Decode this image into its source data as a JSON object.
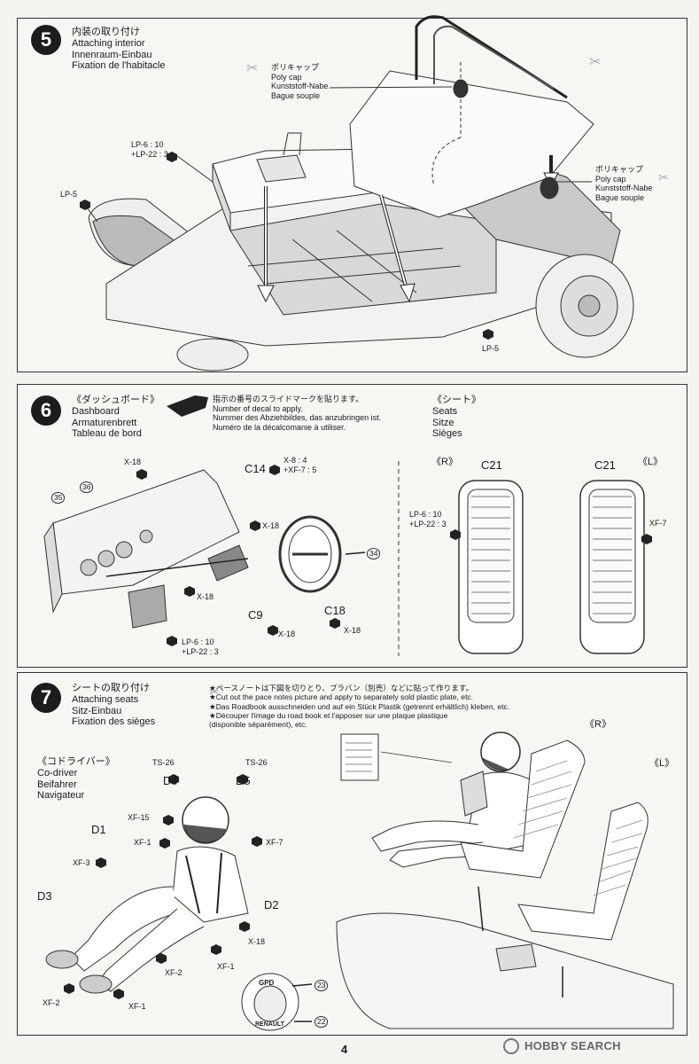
{
  "page_number": "4",
  "watermark": "HOBBY SEARCH",
  "step5": {
    "number": "5",
    "titles": [
      "内装の取り付け",
      "Attaching interior",
      "Innenraum-Einbau",
      "Fixation de l'habitacle"
    ],
    "polycap_top": [
      "ポリキャップ",
      "Poly cap",
      "Kunststoff-Nabe",
      "Bague souple"
    ],
    "polycap_right": [
      "ポリキャップ",
      "Poly cap",
      "Kunststoff-Nabe",
      "Bague souple"
    ],
    "lp6_label": [
      "LP-6 : 10",
      "+LP-22 : 3"
    ],
    "lp5_left": "LP-5",
    "lp5_bottom": "LP-5"
  },
  "step6": {
    "number": "6",
    "titles": [
      "《ダッシュボード》",
      "Dashboard",
      "Armaturenbrett",
      "Tableau de bord"
    ],
    "decal_note": [
      "指示の番号のスライドマークを貼ります。",
      "Number of decal to apply.",
      "Nummer des Abziehbildes, das anzubringen ist.",
      "Numéro de la décalcomanie à utiliser."
    ],
    "seats_titles": [
      "《シート》",
      "Seats",
      "Sitze",
      "Sièges"
    ],
    "parts": {
      "x18_top": "X-18",
      "c14": "C14",
      "c14_mix": [
        "X-8 : 4",
        "+XF-7 : 5"
      ],
      "x18_right": "X-18",
      "x18_mid": "X-18",
      "decal35": "35",
      "decal36": "36",
      "decal34": "34",
      "c9": "C9",
      "x18_c9": "X-18",
      "c18": "C18",
      "x18_c18": "X-18",
      "lp6_bottom": [
        "LP-6 : 10",
        "+LP-22 : 3"
      ]
    },
    "seats": {
      "r_label": "《R》",
      "l_label": "《L》",
      "r_part": "C21",
      "l_part": "C21",
      "r_paint": [
        "LP-6 : 10",
        "+LP-22 : 3"
      ],
      "l_paint": "XF-7"
    }
  },
  "step7": {
    "number": "7",
    "titles": [
      "シートの取り付け",
      "Attaching seats",
      "Sitz-Einbau",
      "Fixation des sièges"
    ],
    "note": [
      "★ペースノートは下図を切りとり、プラバン（別売）などに貼って作ります。",
      "★Cut out the pace notes picture and apply to separately sold plastic plate, etc.",
      "★Das Roadbook ausschneiden und auf ein Stück Plastik (getrennt erhältlich) kleben, etc.",
      "★Découper l'image du road book et l'apposer sur une plaque plastique",
      "(disponible séparément), etc."
    ],
    "codriver_titles": [
      "《コドライバー》",
      "Co-driver",
      "Beifahrer",
      "Navigateur"
    ],
    "parts": {
      "ts26_a": "TS-26",
      "d4": "D4",
      "ts26_b": "TS-26",
      "d5": "D5",
      "xf15": "XF-15",
      "xf1_a": "XF-1",
      "xf7": "XF-7",
      "d1": "D1",
      "xf3": "XF-3",
      "d3": "D3",
      "d2": "D2",
      "x18": "X-18",
      "xf1_b": "XF-1",
      "xf2_a": "XF-2",
      "xf2_b": "XF-2",
      "xf1_c": "XF-1",
      "decal23": "23",
      "decal22": "22",
      "helmet_text_top": "GPD",
      "helmet_text_bottom": "RENAULT"
    },
    "r_label": "《R》",
    "l_label": "《L》"
  }
}
